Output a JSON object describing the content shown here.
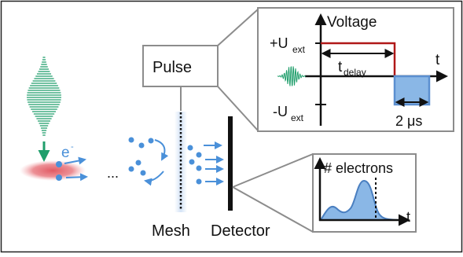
{
  "labels": {
    "electron": "e",
    "electron_sup": "-",
    "ellipsis": "...",
    "pulse": "Pulse",
    "mesh": "Mesh",
    "detector": "Detector",
    "voltage": "Voltage",
    "plus_u": "+U",
    "minus_u": "-U",
    "ext_sub": "ext",
    "t_axis": "t",
    "t_delay_main": "t",
    "t_delay_sub": "delay",
    "duration": "2 μs",
    "electrons_axis": "# electrons",
    "t_axis_2": "t"
  },
  "colors": {
    "pulse_green": "#1f9e6b",
    "electron_blue": "#4a90d9",
    "plasma_red": "#e0505a",
    "voltage_red": "#b01818",
    "voltage_blue": "#5b8fd0",
    "fill_blue": "#8ab7e6",
    "frame_gray": "#8c8c8c"
  },
  "icons": {
    "laser": "laser-pulse-icon",
    "mesh": "mesh-grid-icon",
    "detector": "detector-plate-icon"
  }
}
